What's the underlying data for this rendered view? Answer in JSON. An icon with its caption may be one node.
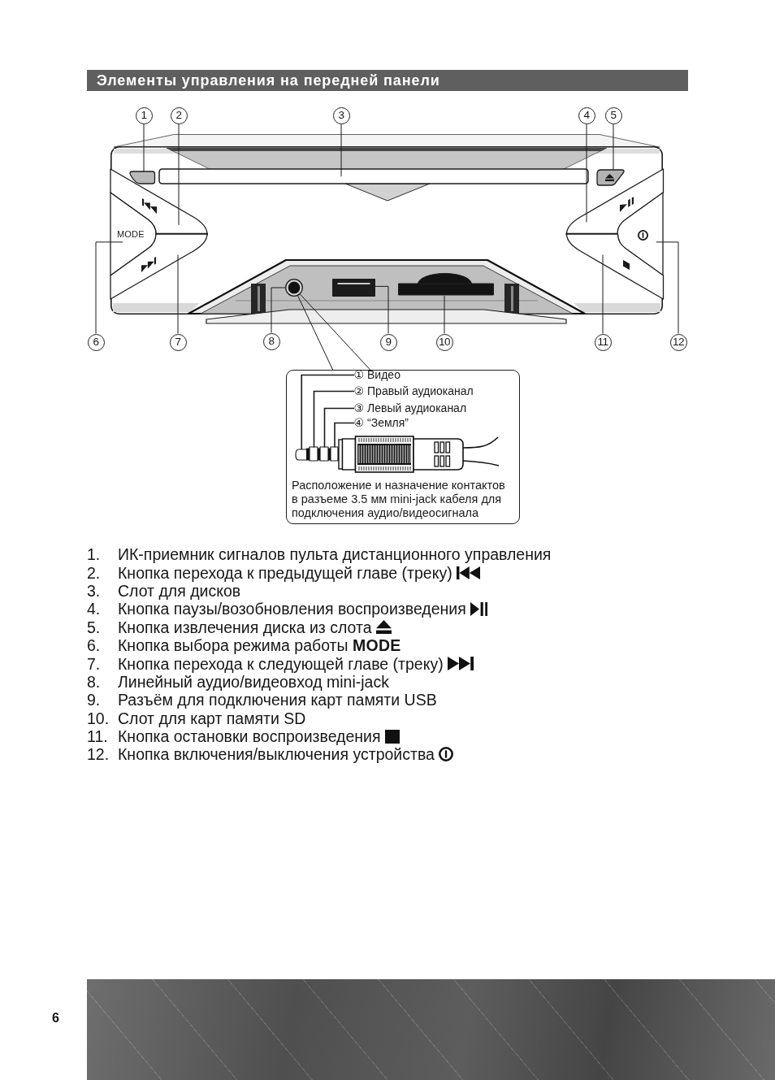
{
  "diagram": {
    "title": "Элементы управления на передней панели",
    "nodes": [
      {
        "text": [
          "1"
        ]
      },
      {
        "text": [
          "2"
        ]
      },
      {
        "text": [
          "3"
        ]
      },
      {
        "text": [
          "4"
        ]
      },
      {
        "text": [
          "5"
        ]
      },
      {
        "text": [],
        "shape": "box"
      },
      {
        "text": [],
        "shape": "box"
      },
      {
        "text": [],
        "shape": "box"
      },
      {
        "text": [],
        "shape": "box"
      },
      {
        "text": [],
        "shape": "box"
      },
      {
        "text": [
          "MODE"
        ]
      },
      {
        "text": [],
        "shape": "box"
      },
      {
        "text": [],
        "shape": "box"
      },
      {
        "text": [],
        "shape": "box"
      },
      {
        "text": [],
        "shape": "circle"
      },
      {
        "text": [],
        "shape": "box"
      },
      {
        "text": [],
        "shape": "box"
      },
      {
        "text": [
          "6"
        ]
      },
      {
        "text": [
          "7"
        ]
      },
      {
        "text": [
          "8"
        ]
      },
      {
        "text": [
          "9"
        ]
      },
      {
        "text": [
          "10"
        ]
      },
      {
        "text": [
          "11"
        ]
      },
      {
        "text": [
          "12"
        ]
      },
      {
        "text": [
          "Расположение и назначение контактов в разъеме 3.5 мм mini-jack кабеля для подключения аудио/видеосигнала"
        ]
      },
      {
        "text": [
          "① Видео"
        ],
        "in": 24
      },
      {
        "text": [
          "② Правый аудиоканал"
        ],
        "in": 24
      },
      {
        "text": [
          "③ Левый аудиоканал"
        ],
        "in": 24
      },
      {
        "text": [
          "④ “Земля”"
        ],
        "in": 24
      },
      {
        "text": [],
        "shape": "box",
        "in": 24
      },
      {
        "text": [],
        "shape": "box",
        "in": 24
      },
      {
        "text": [],
        "shape": "box",
        "in": 24
      },
      {
        "text": [],
        "shape": "box",
        "in": 24
      }
    ],
    "edges": [
      {
        "from": 0,
        "to": 5,
        "arrow": "none"
      },
      {
        "from": 1,
        "to": 8,
        "arrow": "none"
      },
      {
        "from": 2,
        "to": 6,
        "arrow": "none"
      },
      {
        "from": 3,
        "to": 9,
        "arrow": "none"
      },
      {
        "from": 4,
        "to": 7,
        "arrow": "none"
      },
      {
        "from": 17,
        "to": 10,
        "arrow": "none"
      },
      {
        "from": 18,
        "to": 12,
        "arrow": "none"
      },
      {
        "from": 19,
        "to": 14,
        "arrow": "none"
      },
      {
        "from": 20,
        "to": 15,
        "arrow": "none"
      },
      {
        "from": 21,
        "to": 16,
        "arrow": "none"
      },
      {
        "from": 22,
        "to": 13,
        "arrow": "none"
      },
      {
        "from": 23,
        "to": 11,
        "arrow": "none"
      },
      {
        "from": 14,
        "to": 24,
        "arrow": "none"
      },
      {
        "from": 14,
        "to": 24,
        "arrow": "none"
      },
      {
        "from": 25,
        "to": 29,
        "arrow": "none"
      },
      {
        "from": 26,
        "to": 30,
        "arrow": "none"
      },
      {
        "from": 27,
        "to": 31,
        "arrow": "none"
      },
      {
        "from": 28,
        "to": 32,
        "arrow": "none"
      }
    ],
    "labels": [
      "1.",
      "ИК-приемник сигналов пульта дистанционного управления",
      "2.",
      "Кнопка перехода к предыдущей главе (треку)",
      "3.",
      "Слот для дисков",
      "4.",
      "Кнопка паузы/возобновления воспроизведения",
      "5.",
      "Кнопка извлечения диска из слота",
      "6.",
      "Кнопка выбора режима работы **MODE**",
      "7.",
      "Кнопка перехода к следующей главе (треку)",
      "8.",
      "Линейный аудио/видеовход mini-jack",
      "9.",
      "Разъём для подключения карт памяти USB",
      "10.",
      "Слот для карт памяти SD",
      "11.",
      "Кнопка остановки воспроизведения",
      "12.",
      "Кнопка включения/выключения устройства",
      "6"
    ]
  }
}
